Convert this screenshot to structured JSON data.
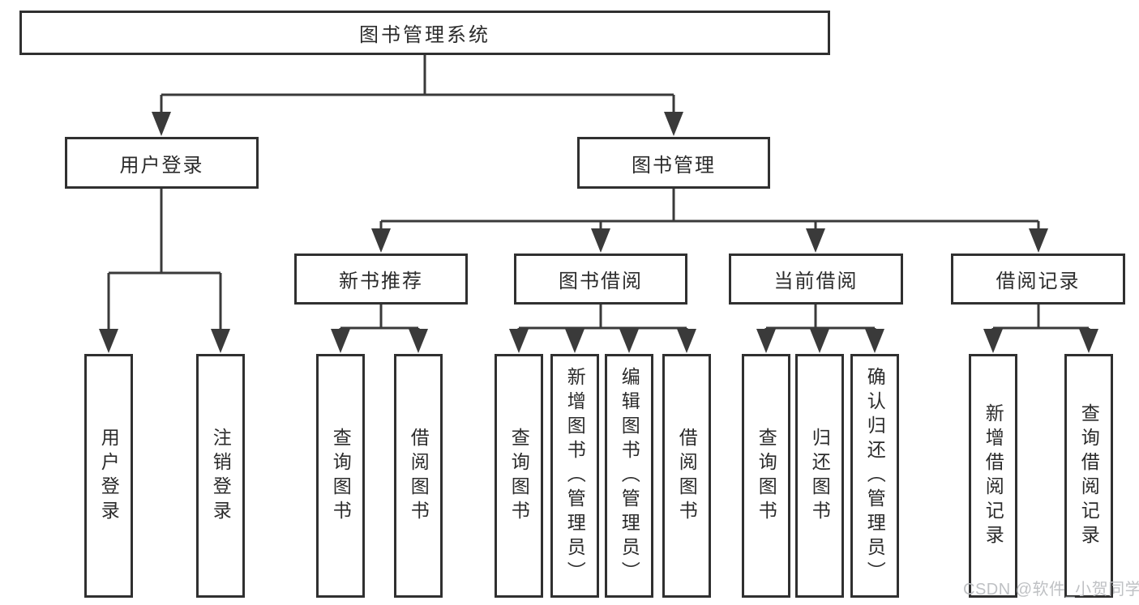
{
  "diagram": {
    "title": "图书管理系统",
    "user_login": {
      "label": "用户登录",
      "children": {
        "login": "用户登录",
        "logout": "注销登录"
      }
    },
    "book_management": {
      "label": "图书管理",
      "sections": {
        "new_book_recommend": {
          "label": "新书推荐",
          "children": {
            "query_book": "查询图书",
            "borrow_book": "借阅图书"
          }
        },
        "book_borrowing": {
          "label": "图书借阅",
          "children": {
            "query_book": "查询图书",
            "add_book": "新增图书（管理员）",
            "edit_book": "编辑图书（管理员）",
            "borrow_book": "借阅图书"
          }
        },
        "current_borrowing": {
          "label": "当前借阅",
          "children": {
            "query_book": "查询图书",
            "return_book": "归还图书",
            "confirm_return": "确认归还（管理员）"
          }
        },
        "borrow_records": {
          "label": "借阅记录",
          "children": {
            "add_record": "新增借阅记录",
            "query_record": "查询借阅记录"
          }
        }
      }
    }
  },
  "watermark": {
    "text": "CSDN @软件_小贺同学"
  },
  "colors": {
    "line": "#3a3a3a",
    "box-border": "#303030",
    "box-fill": "#ffffff",
    "text": "#2b2b2b",
    "watermark": "#bfc1c4",
    "background": "#ffffff"
  }
}
